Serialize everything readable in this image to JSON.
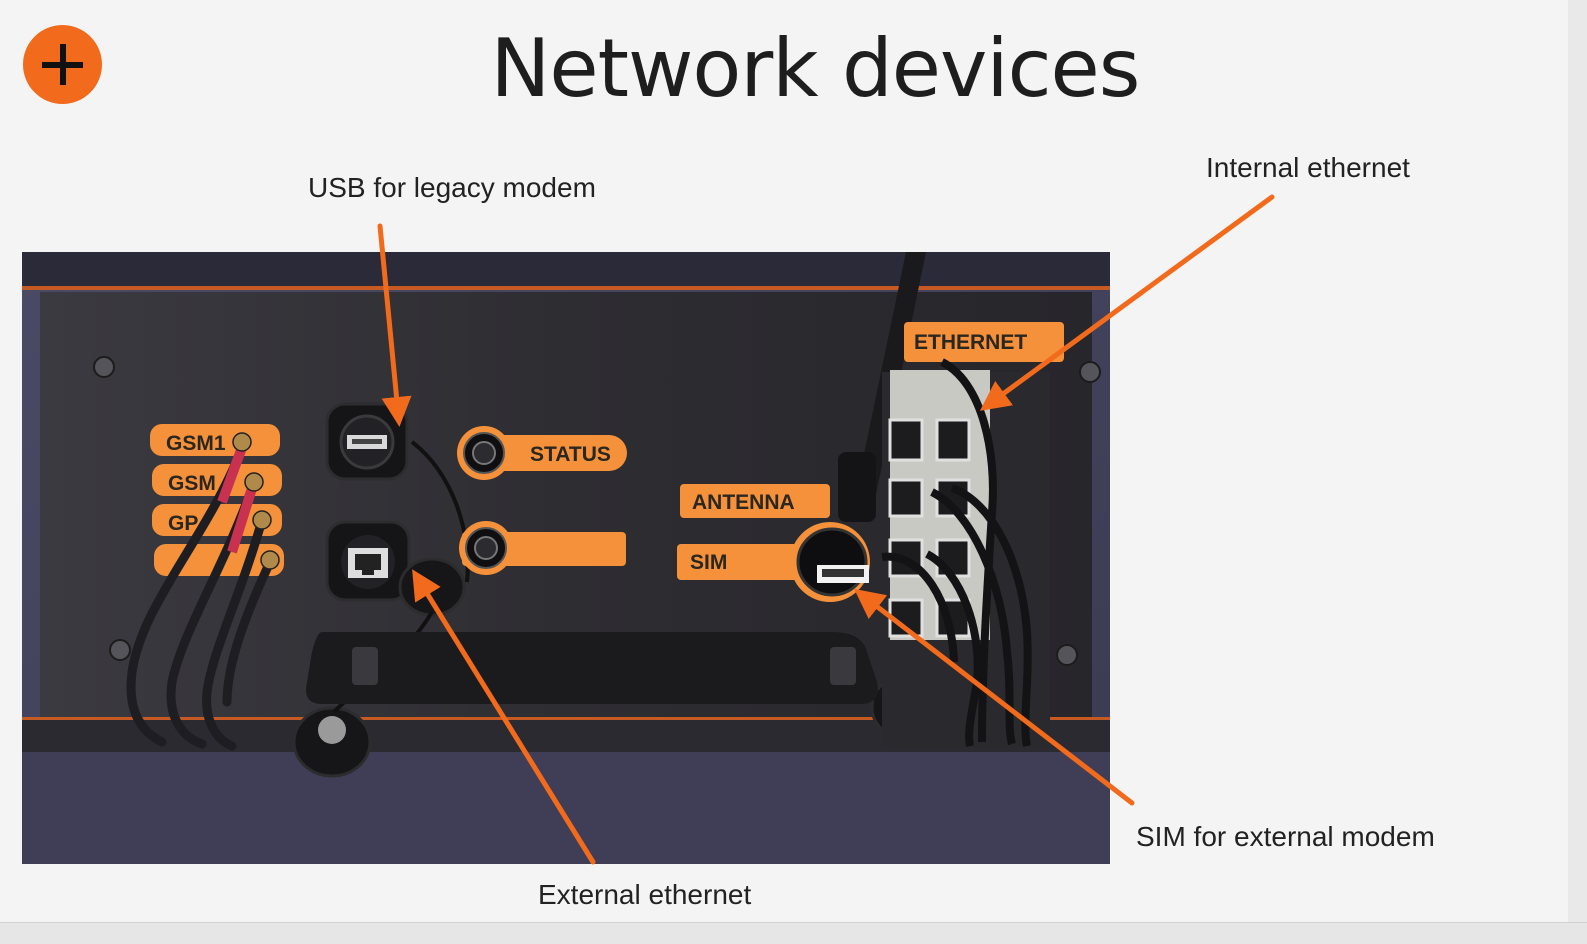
{
  "slide": {
    "title": "Network devices",
    "logo_icon": "plus-icon",
    "accent_color": "#f26b1d"
  },
  "annotations": {
    "usb": "USB for legacy modem",
    "internal_ethernet": "Internal ethernet",
    "sim": "SIM for external modem",
    "external_ethernet": "External ethernet"
  },
  "panel_labels": {
    "ethernet": "ETHERNET",
    "status": "STATUS",
    "antenna": "ANTENNA",
    "sim": "SIM",
    "gsm1": "GSM1",
    "gsm2": "GSM",
    "gps": "GP",
    "wifi": ""
  }
}
